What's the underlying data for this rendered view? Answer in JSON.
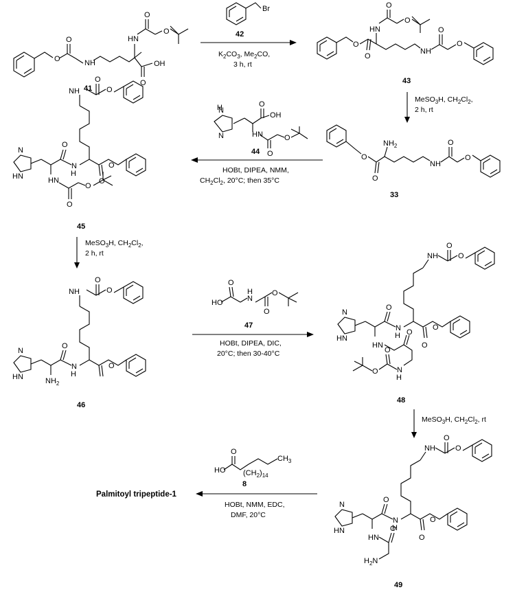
{
  "compounds": {
    "c41": "41",
    "c42": "42",
    "c43": "43",
    "c33": "33",
    "c44": "44",
    "c45": "45",
    "c46": "46",
    "c47": "47",
    "c48": "48",
    "c8": "8",
    "c49": "49"
  },
  "atoms": {
    "O": "O",
    "OH": "OH",
    "NH": "NH",
    "NH2": "NH",
    "H2N": "H",
    "H2N_tail": "N",
    "Br": "Br",
    "N": "N",
    "HN": "HN",
    "H": "H",
    "HO": "HO",
    "CH": "CH",
    "sub2": "2",
    "sub3": "3",
    "sub14": "14"
  },
  "conditions": {
    "step1_a": "K",
    "step1_a_sub": "2",
    "step1_a_rest": "CO",
    "step1_a_sub2": "3",
    "step1_a_tail": ", Me",
    "step1_a_sub3": "2",
    "step1_a_end": "CO,",
    "step1_b": "3 h, rt",
    "step2_a": "MeSO",
    "step2_a_sub": "3",
    "step2_a_rest": "H, CH",
    "step2_a_sub2": "2",
    "step2_a_mid": "Cl",
    "step2_a_sub3": "2",
    "step2_a_end": ",",
    "step2_b": "2 h, rt",
    "step3_a": "HOBt, DIPEA, NMM,",
    "step3_b": "CH",
    "step3_b_sub": "2",
    "step3_b_mid": "Cl",
    "step3_b_sub2": "2",
    "step3_b_end": ", 20°C; then 35°C",
    "step5_a": "HOBt, DIPEA, DIC,",
    "step5_b": "20°C; then 30-40°C",
    "step6_a": "MeSO",
    "step6_a_sub": "3",
    "step6_a_rest": "H, CH",
    "step6_a_sub2": "2",
    "step6_a_mid": "Cl",
    "step6_a_sub3": "2",
    "step6_a_end": ", rt",
    "step7_a": "HOBt, NMM, EDC,",
    "step7_b": "DMF, 20°C"
  },
  "product": "Palmitoyl tripeptide-1"
}
